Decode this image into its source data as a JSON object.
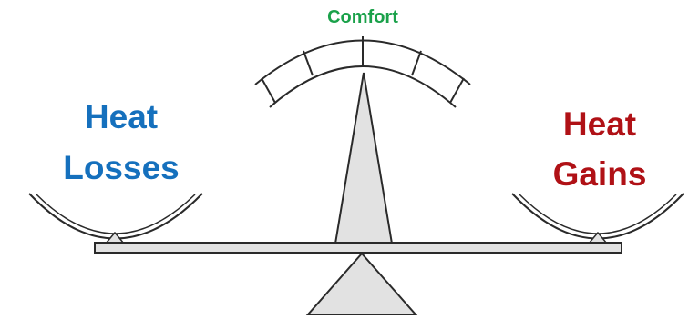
{
  "diagram": {
    "gauge_label": "Comfort",
    "left_pan": {
      "line1": "Heat",
      "line2": "Losses"
    },
    "right_pan": {
      "line1": "Heat",
      "line2": "Gains"
    }
  },
  "colors": {
    "gauge_label": "#1aa14a",
    "left_label": "#1570bd",
    "right_label": "#b01116",
    "ink": "#2a2a2a",
    "fill": "#e2e2e2"
  }
}
